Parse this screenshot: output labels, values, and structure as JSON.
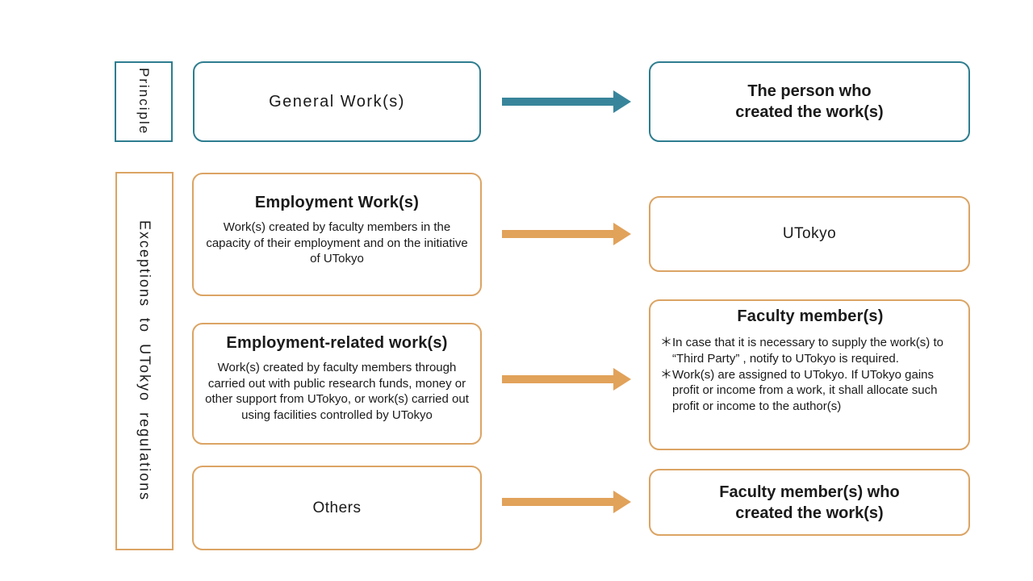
{
  "colors": {
    "teal": "#2E7D8F",
    "teal_arrow": "#38859B",
    "orange": "#DBA464",
    "orange_arrow": "#E1A25A",
    "text": "#1A1A1A"
  },
  "principle": {
    "label": "Principle",
    "work_title": "General Work(s)",
    "owner_title": "The person who\ncreated the work(s)"
  },
  "exceptions": {
    "label": "Exceptions to UTokyo regulations",
    "rows": [
      {
        "work_title": "Employment Work(s)",
        "work_desc": "Work(s) created by faculty members in the capacity of their employment and on the initiative of UTokyo",
        "owner_title": "UTokyo"
      },
      {
        "work_title": "Employment-related work(s)",
        "work_desc": "Work(s) created by faculty members through carried out with public research funds, money or other support from UTokyo, or work(s) carried out using facilities controlled by UTokyo",
        "owner_title": "Faculty member(s)",
        "owner_notes": [
          "＊In case that it is necessary to supply the work(s) to “Third Party” , notify to UTokyo is required.",
          "＊Work(s) are assigned to UTokyo. If UTokyo gains profit or income from a work, it shall allocate such profit or income to the author(s)"
        ]
      },
      {
        "work_title": "Others",
        "owner_title": "Faculty member(s) who\ncreated the work(s)"
      }
    ]
  }
}
